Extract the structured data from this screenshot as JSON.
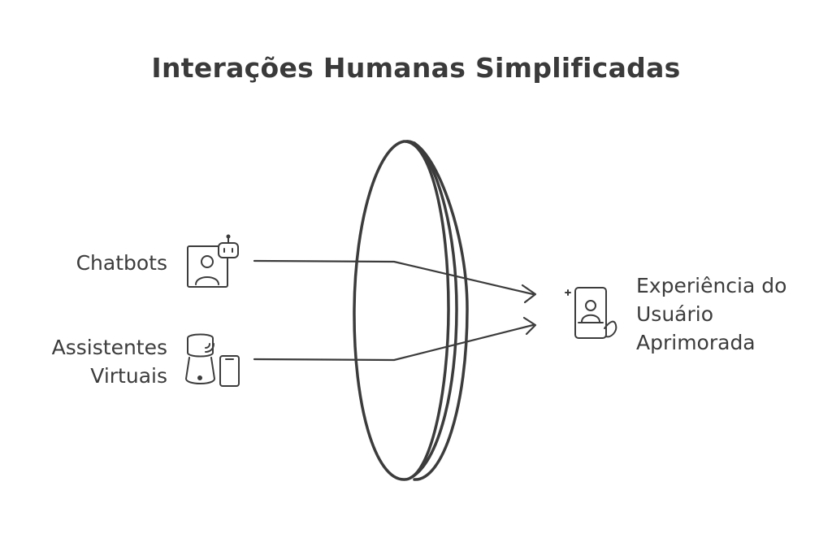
{
  "diagram": {
    "title": "Interações Humanas Simplificadas",
    "inputs": [
      {
        "id": "chatbots",
        "lines": [
          "Chatbots"
        ],
        "icon": "chatbot-icon"
      },
      {
        "id": "assistentes",
        "lines": [
          "Assistentes",
          "Virtuais"
        ],
        "icon": "smart-speaker-phone-icon"
      }
    ],
    "output": {
      "lines": [
        "Experiência do",
        "Usuário",
        "Aprimorada"
      ],
      "icon": "smartphone-user-icon"
    },
    "center_element": "lens",
    "colors": {
      "stroke": "#3c3c3c",
      "background": "#ffffff"
    }
  }
}
